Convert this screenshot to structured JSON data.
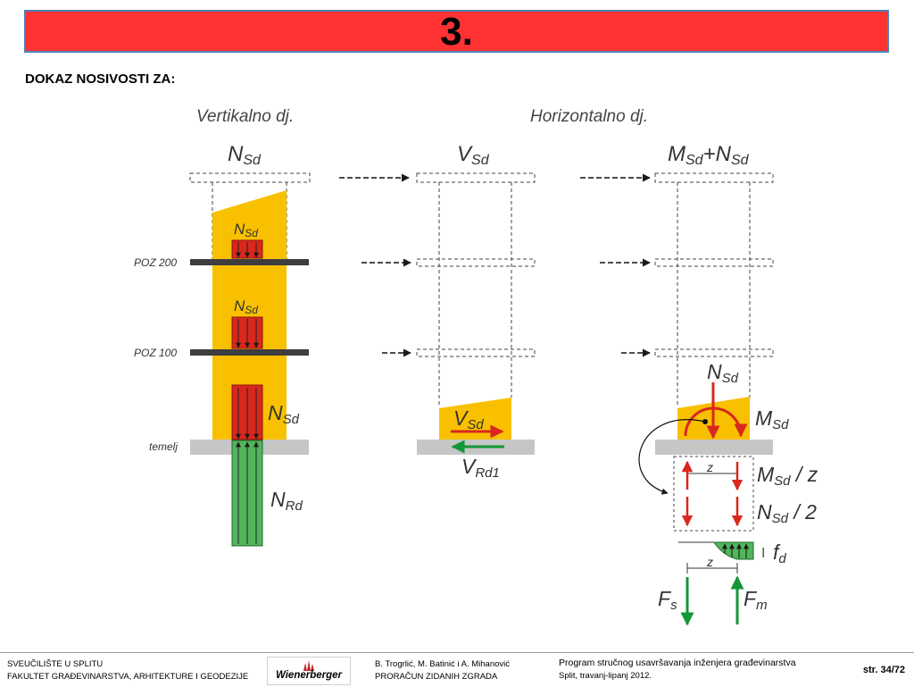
{
  "slide": {
    "title": "3.",
    "heading": "DOKAZ NOSIVOSTI ZA:"
  },
  "diagram": {
    "col_vertical": "Vertikalno dj.",
    "col_horizontal": "Horizontalno dj.",
    "level_200": "POZ 200",
    "level_100": "POZ 100",
    "level_foundation": "temelj",
    "lbl_z": "z",
    "lbl_I": "I",
    "colors": {
      "load_fill": "#f9c000",
      "red_arrow": "#d9271d",
      "green_arrow": "#139637",
      "green_fill": "#52b55c",
      "slab": "#3d3d3d",
      "foundation": "#c6c6c6"
    }
  },
  "footer": {
    "uni_line1": "SVEUČILIŠTE U SPLITU",
    "uni_line2": "FAKULTET GRAĐEVINARSTVA, ARHITEKTURE I GEODEZIJE",
    "logo_text": "Wienerberger",
    "authors": "B. Trogrlić, M. Batinić i A. Mihanović",
    "course": "PRORAČUN ZIDANIH ZGRADA",
    "program": "Program stručnog usavršavanja inženjera građevinarstva",
    "location_date": "Split, travanj-lipanj 2012.",
    "page": "str. 34/72"
  }
}
